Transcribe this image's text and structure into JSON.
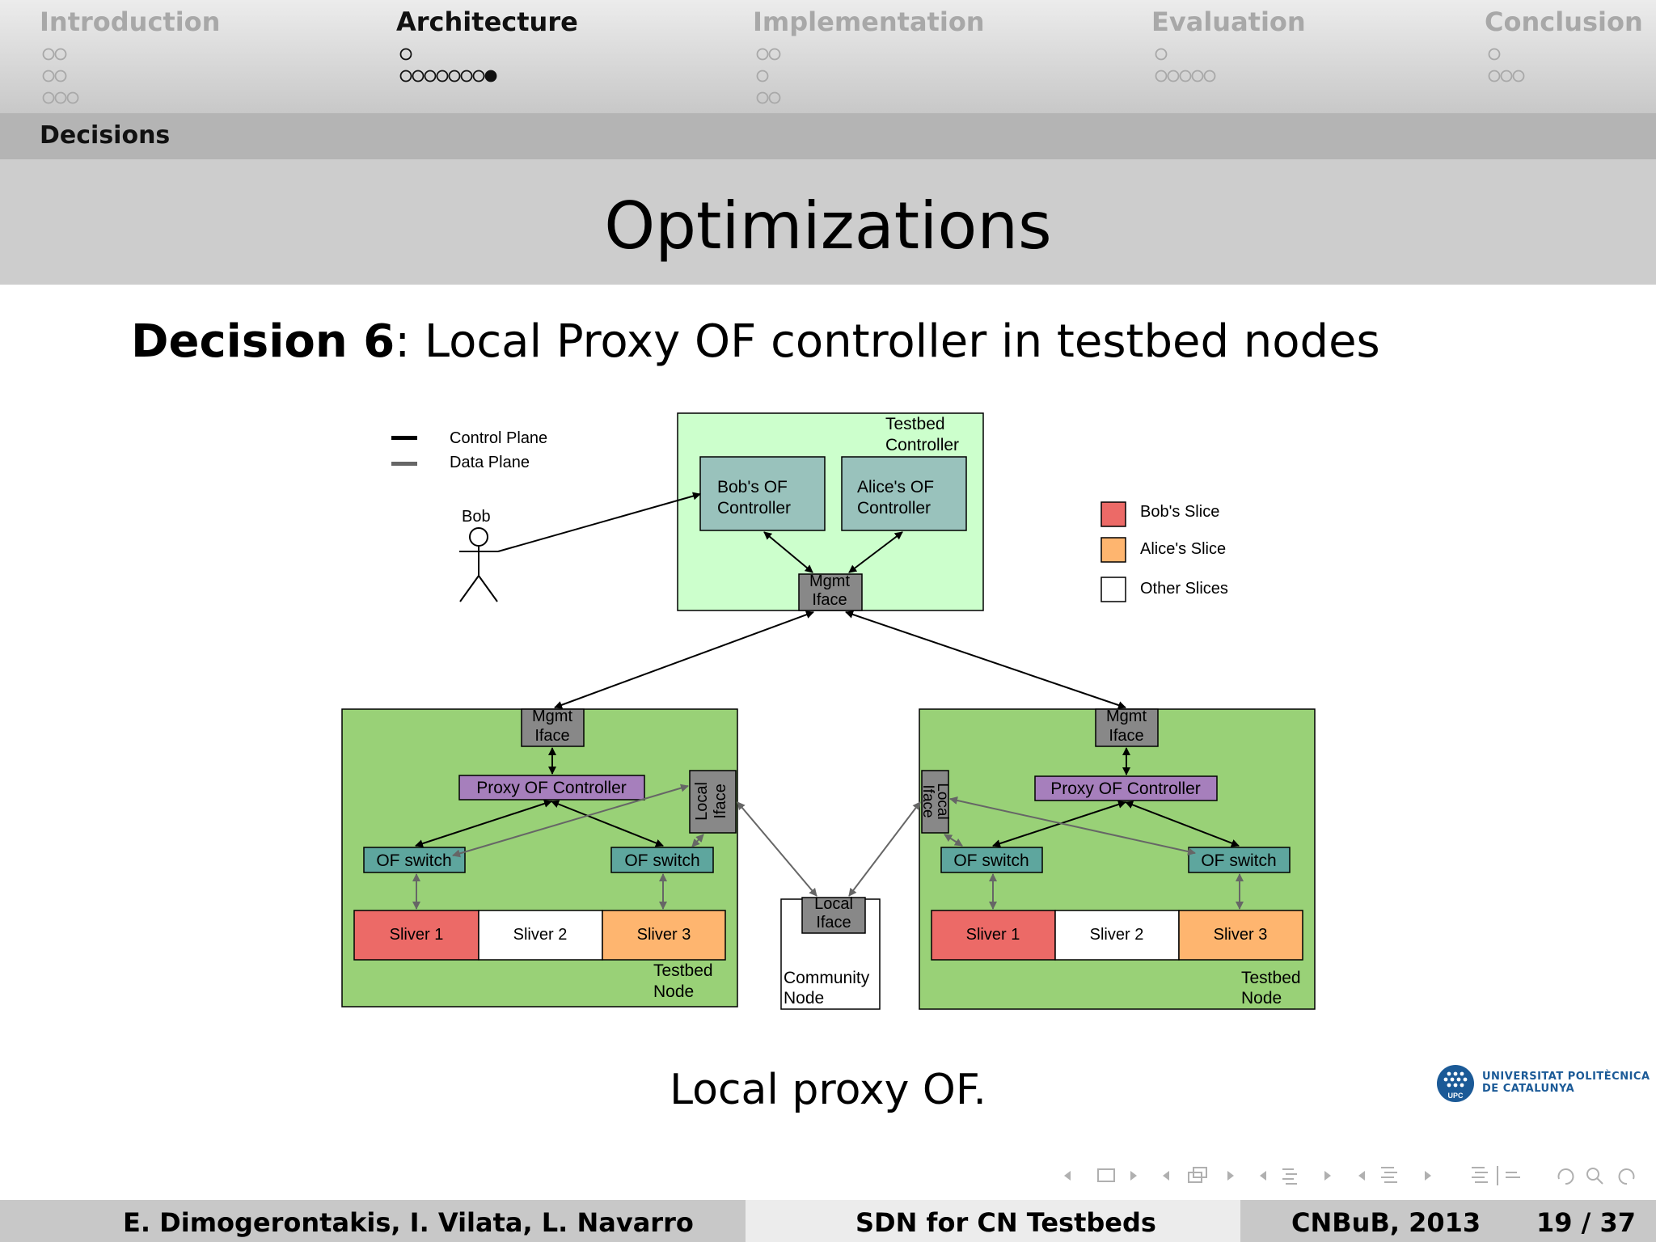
{
  "nav": {
    "sections": [
      {
        "label": "Introduction",
        "dots": [
          2,
          2,
          3
        ],
        "active": false
      },
      {
        "label": "Architecture",
        "dots": [
          1,
          8
        ],
        "active": true
      },
      {
        "label": "Implementation",
        "dots": [
          2,
          1,
          2
        ],
        "active": false
      },
      {
        "label": "Evaluation",
        "dots": [
          1,
          5
        ],
        "active": false
      },
      {
        "label": "Conclusion",
        "dots": [
          1,
          3
        ],
        "active": false
      }
    ]
  },
  "subsection": "Decisions",
  "frame_title": "Optimizations",
  "decision": {
    "label": "Decision 6",
    "sep": ":",
    "text": "Local Proxy OF controller in testbed nodes"
  },
  "diagram": {
    "legend_lines": {
      "control": "Control Plane",
      "data": "Data Plane"
    },
    "bob": "Bob",
    "testbed_controller": [
      "Testbed",
      "Controller"
    ],
    "bob_ctrl": [
      "Bob's OF",
      "Controller"
    ],
    "alice_ctrl": [
      "Alice's OF",
      "Controller"
    ],
    "mgmt_iface": [
      "Mgmt",
      "Iface"
    ],
    "slices": {
      "bob": "Bob's Slice",
      "alice": "Alice's Slice",
      "other": "Other Slices"
    },
    "colors": {
      "bob": "#ec6a67",
      "alice": "#feb56f",
      "other": "#ffffff",
      "tc_bg": "#ccffcc",
      "node_bg": "#99d177",
      "ctrl_box": "#99c2bc",
      "proxy": "#a67fbc",
      "switch": "#5ea69e",
      "iface": "#888888"
    },
    "proxy": "Proxy OF Controller",
    "of_switch": "OF switch",
    "local_iface": [
      "Local",
      "Iface"
    ],
    "slivers": [
      "Sliver 1",
      "Sliver 2",
      "Sliver 3"
    ],
    "testbed_node": [
      "Testbed",
      "Node"
    ],
    "community_node": [
      "Community",
      "Node"
    ]
  },
  "caption": "Local proxy OF.",
  "logo": {
    "line1": "UNIVERSITAT POLITÈCNICA",
    "line2": "DE CATALUNYA",
    "mark": "UPC"
  },
  "footer": {
    "authors": "E. Dimogerontakis, I. Vilata, L. Navarro",
    "title": "SDN for CN Testbeds",
    "venue": "CNBuB, 2013",
    "page": "19 / 37"
  }
}
